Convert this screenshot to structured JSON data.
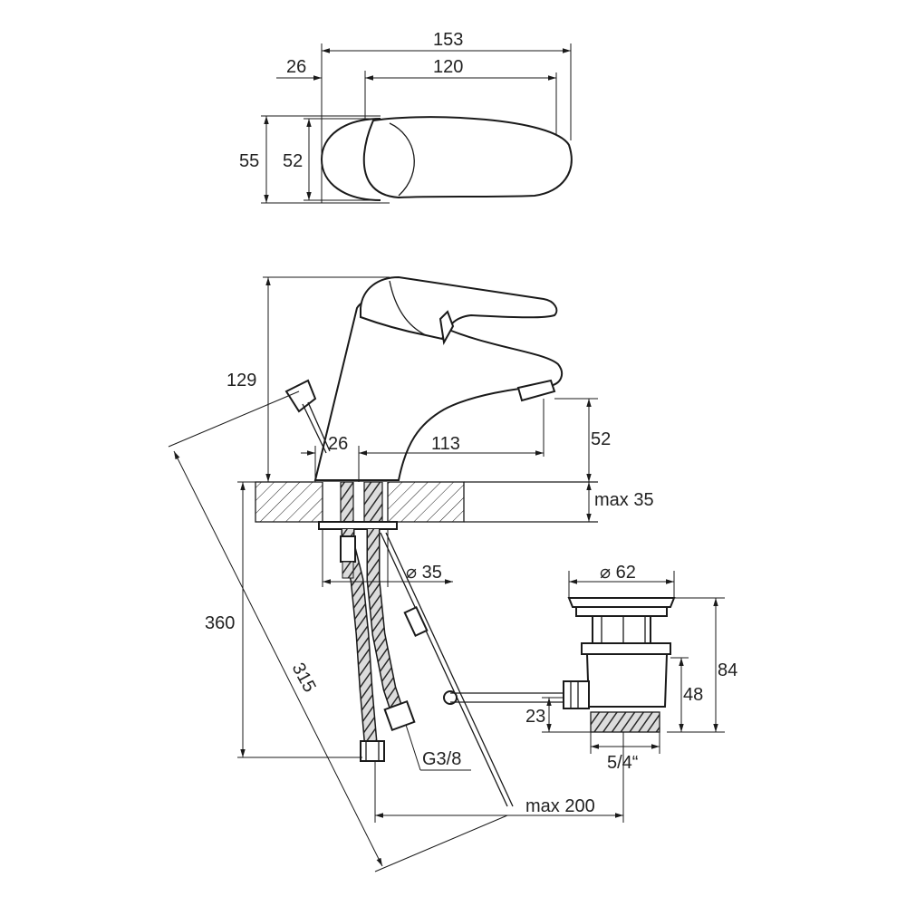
{
  "top_view": {
    "overall_length": "153",
    "lever_length": "120",
    "body_offset": "26",
    "outer_width": "55",
    "inner_width": "52"
  },
  "side_view": {
    "height": "129",
    "body_offset": "26",
    "spout_reach": "113",
    "spout_height": "52",
    "deck_thickness": "max 35",
    "hole_diameter": "⌀ 35",
    "hose_length": "360",
    "rod_length": "315",
    "connection_thread": "G3/8",
    "rod_reach": "max 200"
  },
  "waste_view": {
    "plug_diameter": "⌀ 62",
    "overall_height": "84",
    "body_height": "48",
    "outlet_height": "23",
    "thread": "5/4“"
  }
}
